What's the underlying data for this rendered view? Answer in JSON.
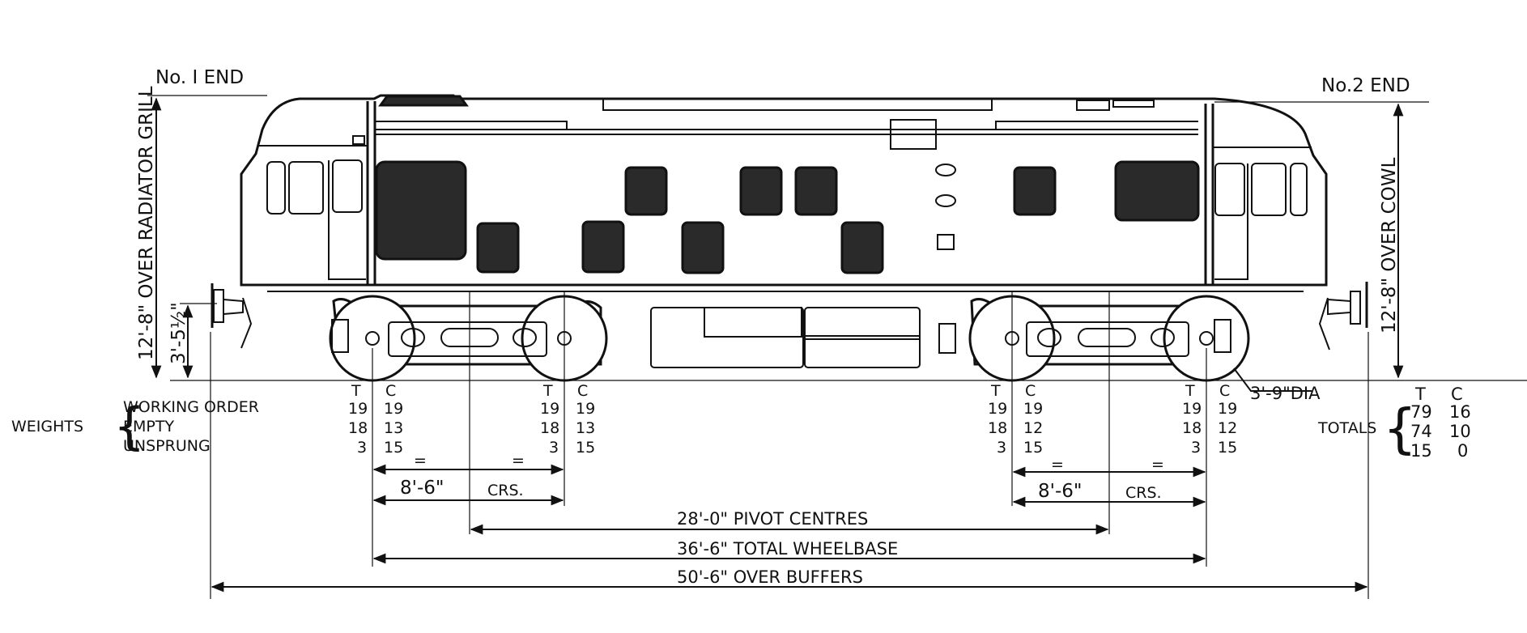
{
  "ends": {
    "left": "No. I END",
    "right": "No.2 END"
  },
  "heights": {
    "over_radiator_grill": "12'-8\" OVER RADIATOR GRILL",
    "over_cowl": "12'-8\" OVER COWL",
    "buffer_height": "3'-5½\""
  },
  "weights": {
    "label": "WEIGHTS",
    "rows": [
      "WORKING ORDER",
      "EMPTY",
      "UNSPRUNG"
    ],
    "col_t": "T",
    "col_c": "C",
    "axles": [
      {
        "t": [
          "19",
          "18",
          "3"
        ],
        "c": [
          "19",
          "13",
          "15"
        ]
      },
      {
        "t": [
          "19",
          "18",
          "3"
        ],
        "c": [
          "19",
          "13",
          "15"
        ]
      },
      {
        "t": [
          "19",
          "18",
          "3"
        ],
        "c": [
          "19",
          "12",
          "15"
        ]
      },
      {
        "t": [
          "19",
          "18",
          "3"
        ],
        "c": [
          "19",
          "12",
          "15"
        ]
      }
    ],
    "totals_label": "TOTALS",
    "totals": {
      "t": [
        "79",
        "74",
        "15"
      ],
      "c": [
        "16",
        "10",
        "0"
      ]
    }
  },
  "wheel_dia": "3'-9\"DIA",
  "dimensions": {
    "bogie_wheelbase": "8'-6\"",
    "crs": "CRS.",
    "equal_mark": "=",
    "pivot_centres": "28'-0\" PIVOT CENTRES",
    "total_wheelbase": "36'-6\" TOTAL WHEELBASE",
    "over_buffers": "50'-6\" OVER BUFFERS"
  }
}
